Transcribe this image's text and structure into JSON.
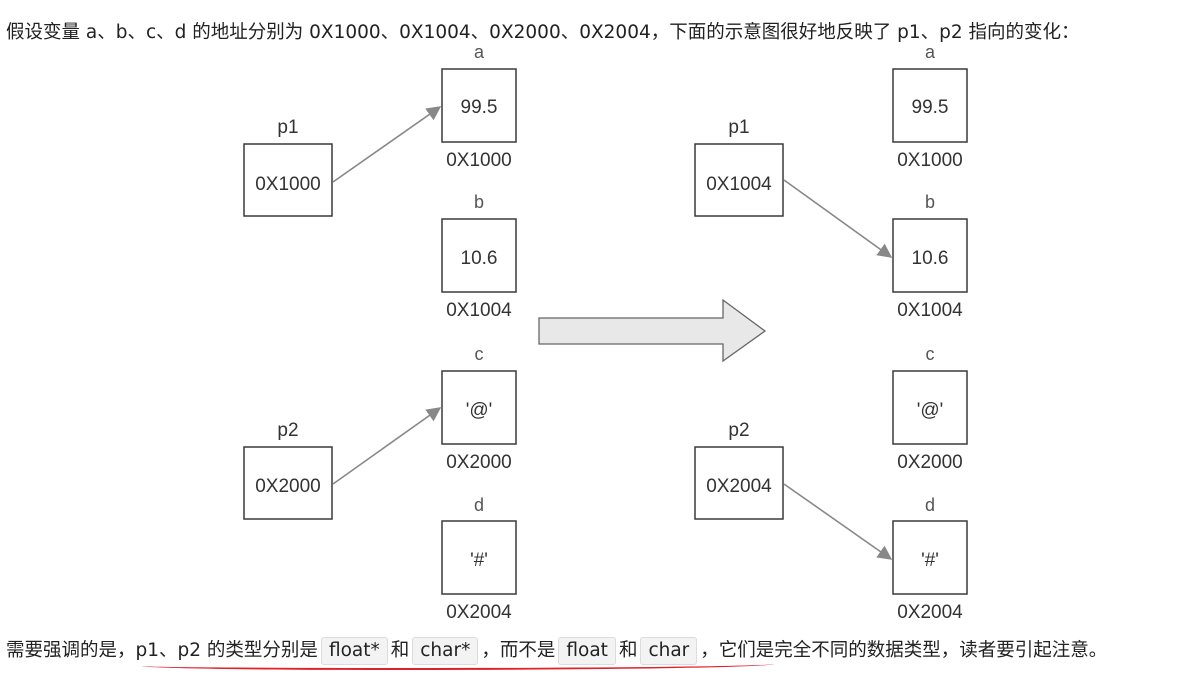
{
  "intro_text": "假设变量 a、b、c、d 的地址分别为 0X1000、0X1004、0X2000、0X2004，下面的示意图很好地反映了 p1、p2 指向的变化：",
  "diagram": {
    "before": {
      "pointers": [
        {
          "label": "p1",
          "value": "0X1000"
        },
        {
          "label": "p2",
          "value": "0X2000"
        }
      ],
      "vars": [
        {
          "name": "a",
          "value": "99.5",
          "addr": "0X1000"
        },
        {
          "name": "b",
          "value": "10.6",
          "addr": "0X1004"
        },
        {
          "name": "c",
          "value": "'@'",
          "addr": "0X2000"
        },
        {
          "name": "d",
          "value": "'#'",
          "addr": "0X2004"
        }
      ]
    },
    "after": {
      "pointers": [
        {
          "label": "p1",
          "value": "0X1004"
        },
        {
          "label": "p2",
          "value": "0X2004"
        }
      ],
      "vars": [
        {
          "name": "a",
          "value": "99.5",
          "addr": "0X1000"
        },
        {
          "name": "b",
          "value": "10.6",
          "addr": "0X1004"
        },
        {
          "name": "c",
          "value": "'@'",
          "addr": "0X2000"
        },
        {
          "name": "d",
          "value": "'#'",
          "addr": "0X2004"
        }
      ]
    }
  },
  "note": {
    "part1": "需要强调的是，",
    "part2": "p1、p2 的类型分别是",
    "code1": "float*",
    "and1": "和",
    "code2": "char*",
    "part3": "，而不是",
    "code3": "float",
    "and2": "和",
    "code4": "char",
    "part4": "，它们是完全不同的数据类型，读者要引起注意。"
  },
  "colors": {
    "box_border": "#3a3a3a",
    "arrow": "#888888",
    "big_arrow_fill": "#e8e8e8",
    "underline": "#e0202a"
  }
}
